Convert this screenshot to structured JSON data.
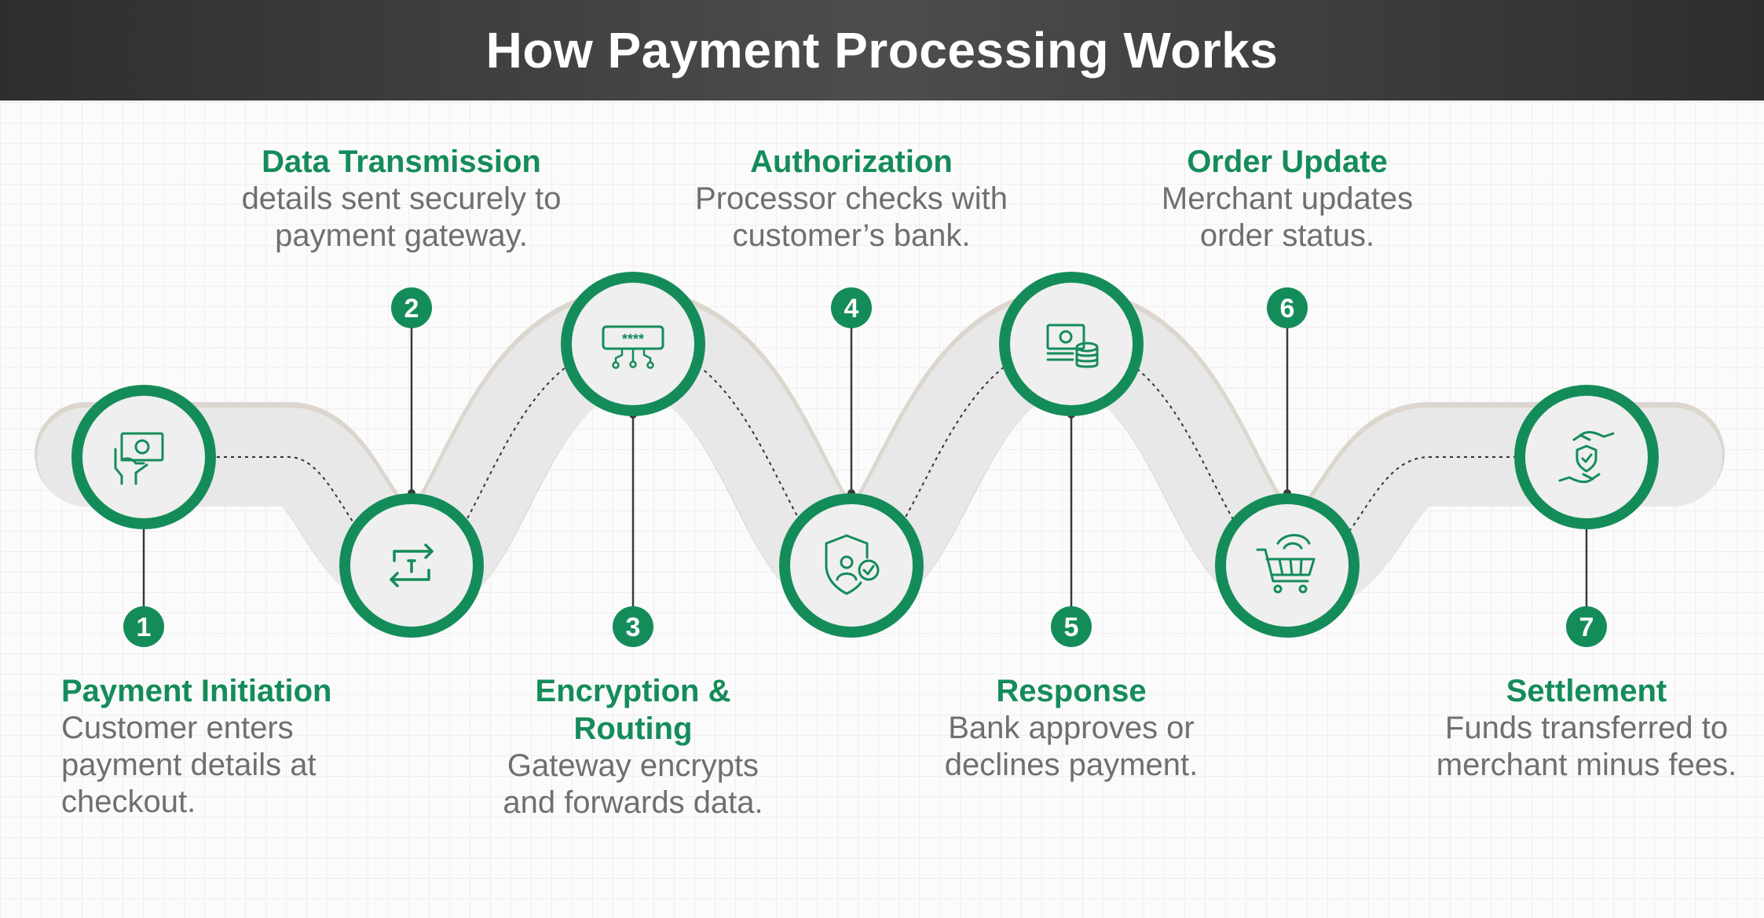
{
  "title": "How Payment Processing Works",
  "colors": {
    "accent": "#148c5a",
    "header": "#3a3a3a",
    "track": "#e6e6e6",
    "node_fill": "#efefef",
    "text_gray": "#6f6f6f"
  },
  "steps": [
    {
      "number": "1",
      "title": "Payment Initiation",
      "description": "Customer enters payment details at checkout.",
      "icon": "cash-payment-icon"
    },
    {
      "number": "2",
      "title": "Data Transmission",
      "description": "details sent securely to payment gateway.",
      "icon": "transfer-arrows-icon"
    },
    {
      "number": "3",
      "title": "Encryption & Routing",
      "description": "Gateway encrypts and forwards data.",
      "icon": "password-network-icon"
    },
    {
      "number": "4",
      "title": "Authorization",
      "description": "Processor checks with customer’s bank.",
      "icon": "shield-user-check-icon"
    },
    {
      "number": "5",
      "title": "Response",
      "description": "Bank approves or declines payment.",
      "icon": "money-coins-icon"
    },
    {
      "number": "6",
      "title": "Order Update",
      "description": "Merchant updates order status.",
      "icon": "wireless-cart-icon"
    },
    {
      "number": "7",
      "title": "Settlement",
      "description": "Funds transferred to merchant minus fees.",
      "icon": "hands-shield-icon"
    }
  ],
  "icon_glyphs": {
    "password_mask": "****"
  }
}
